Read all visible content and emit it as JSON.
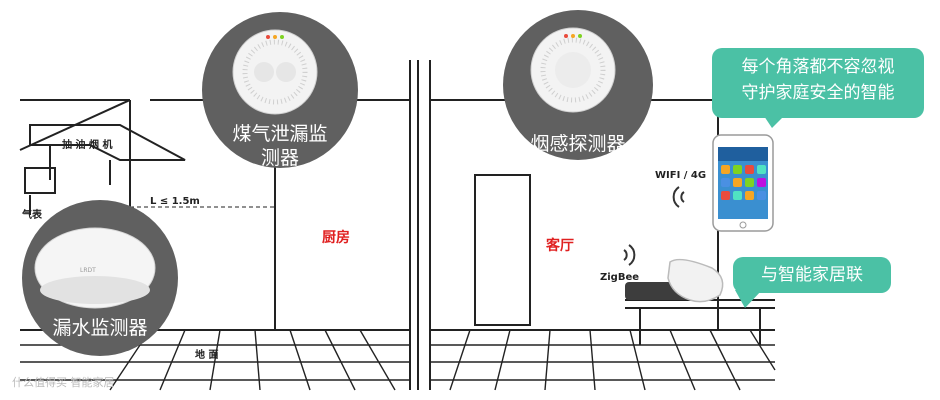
{
  "devices": {
    "gas": {
      "line1": "煤气泄漏监",
      "line2": "测器"
    },
    "smoke": {
      "label": "烟感探测器"
    },
    "water": {
      "label": "漏水监测器"
    }
  },
  "sketch": {
    "hood": "抽 油 烟 机",
    "meter": "气表",
    "distance": "L ≤ 1.5m",
    "floor": "地 面",
    "kitchen": "厨房",
    "living": "客厅",
    "wifi": "WIFI / 4G",
    "zigbee": "ZigBee"
  },
  "callouts": {
    "top_line1": "每个角落都不容忽视",
    "top_line2": "守护家庭安全的智能",
    "bottom": "与智能家居联"
  },
  "watermark": "什么值得买 智能家居",
  "colors": {
    "accent": "#4bc1a5",
    "badge": "#606060",
    "room_label": "#e02020"
  }
}
